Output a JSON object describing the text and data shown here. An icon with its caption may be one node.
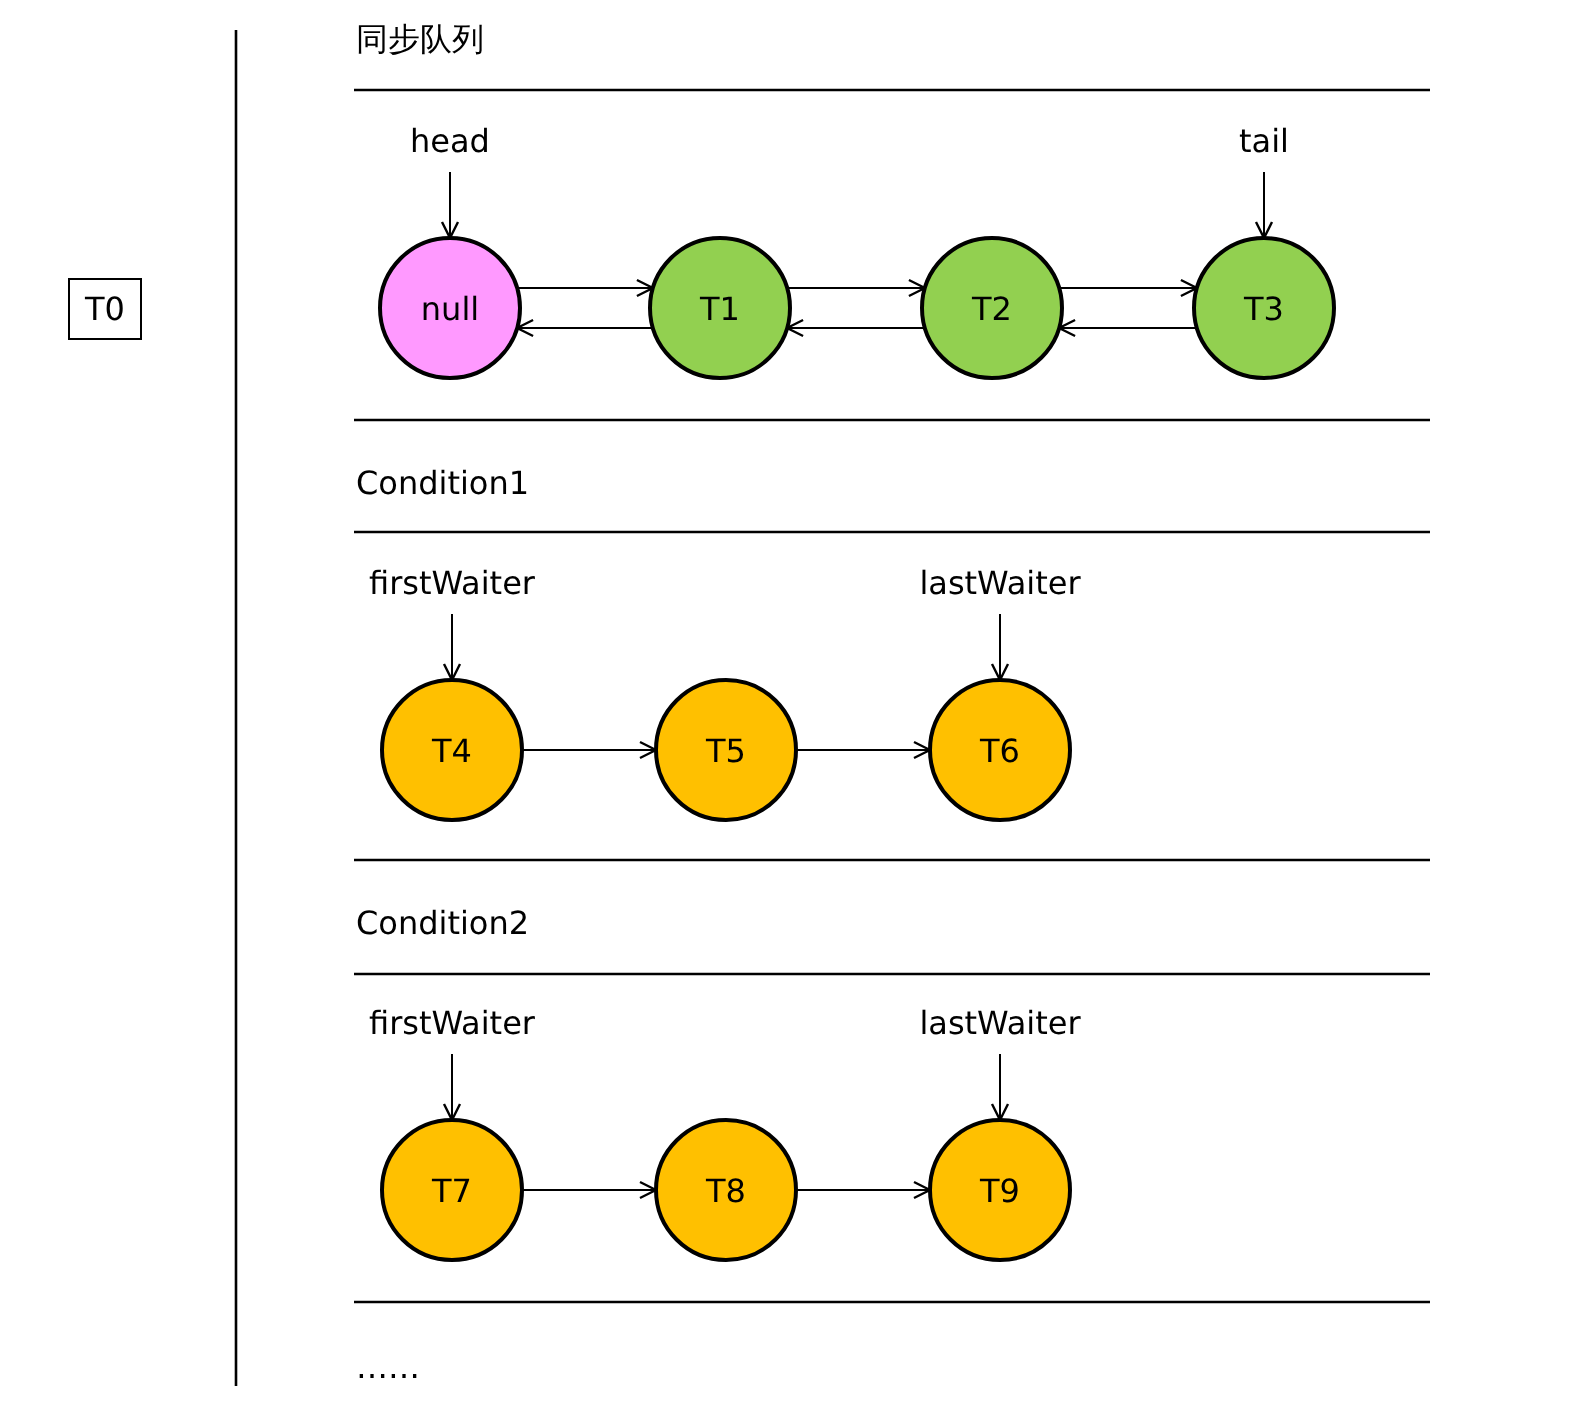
{
  "diagram": {
    "nodes": [
      {
        "text": [
          "T0"
        ]
      },
      {
        "text": [
          "head"
        ]
      },
      {
        "text": [
          "null"
        ]
      },
      {
        "text": [
          "T1"
        ]
      },
      {
        "text": [
          "T2"
        ]
      },
      {
        "text": [
          "T3"
        ]
      },
      {
        "text": [
          "tail"
        ]
      },
      {
        "text": [
          "firstWaiter"
        ]
      },
      {
        "text": [
          "T4"
        ]
      },
      {
        "text": [
          "T5"
        ]
      },
      {
        "text": [
          "T6"
        ]
      },
      {
        "text": [
          "lastWaiter"
        ]
      },
      {
        "text": [
          "firstWaiter"
        ]
      },
      {
        "text": [
          "T7"
        ]
      },
      {
        "text": [
          "T8"
        ]
      },
      {
        "text": [
          "T9"
        ]
      },
      {
        "text": [
          "lastWaiter"
        ]
      }
    ],
    "edges": [
      {
        "from": 1,
        "to": 2,
        "arrow": "to"
      },
      {
        "from": 2,
        "to": 3,
        "arrow": "to"
      },
      {
        "from": 3,
        "to": 2,
        "arrow": "to"
      },
      {
        "from": 3,
        "to": 4,
        "arrow": "to"
      },
      {
        "from": 4,
        "to": 3,
        "arrow": "to"
      },
      {
        "from": 4,
        "to": 5,
        "arrow": "to"
      },
      {
        "from": 5,
        "to": 4,
        "arrow": "to"
      },
      {
        "from": 6,
        "to": 5,
        "arrow": "to"
      },
      {
        "from": 7,
        "to": 8,
        "arrow": "to"
      },
      {
        "from": 8,
        "to": 9,
        "arrow": "to"
      },
      {
        "from": 9,
        "to": 10,
        "arrow": "to"
      },
      {
        "from": 11,
        "to": 10,
        "arrow": "to"
      },
      {
        "from": 12,
        "to": 13,
        "arrow": "to"
      },
      {
        "from": 13,
        "to": 14,
        "arrow": "to"
      },
      {
        "from": 14,
        "to": 15,
        "arrow": "to"
      },
      {
        "from": 16,
        "to": 15,
        "arrow": "to"
      }
    ],
    "labels": [
      "同步队列",
      "Condition1",
      "Condition2",
      "……"
    ]
  }
}
